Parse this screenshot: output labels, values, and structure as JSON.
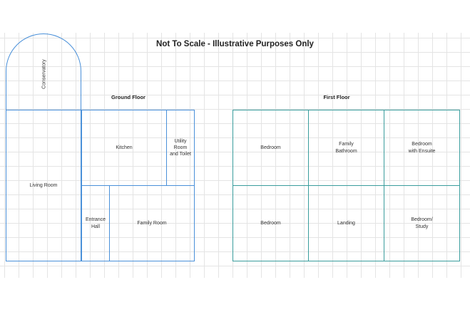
{
  "title": "Not To Scale - Illustrative Purposes Only",
  "ground_floor": {
    "label": "Ground Floor",
    "rooms": {
      "conservatory": "Conservatory",
      "living_room": "Living Room",
      "kitchen": "Kitchen",
      "utility": "Utility\nRoom\nand Toilet",
      "entrance_hall": "Entrance\nHall",
      "family_room": "Family Room"
    }
  },
  "first_floor": {
    "label": "First Floor",
    "rooms": {
      "bedroom_top_left": "Bedroom",
      "family_bathroom": "Family\nBathroom",
      "bedroom_ensuite": "Bedroom\nwith Ensuite",
      "bedroom_bottom_left": "Bedroom",
      "landing": "Landing",
      "bedroom_study": "Bedroom/\nStudy"
    }
  },
  "colors": {
    "ground_floor_walls": "#4a90d9",
    "first_floor_walls": "#3a9d9d",
    "grid": "#e4e4e4"
  }
}
